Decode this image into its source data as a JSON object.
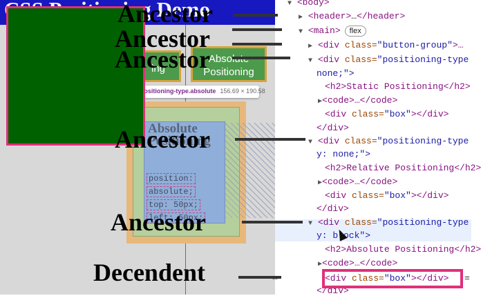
{
  "page": {
    "header_title": "CSS Positioning Demo",
    "button_static_label": "ing",
    "button_absolute_line1": "Absolute",
    "button_absolute_line2": "Positioning",
    "tooltip_name": "div.positioning-type.absolute",
    "tooltip_size": "156.69 × 190.58",
    "inner_title_line1": "Absolute",
    "inner_title_line2": "Positioning",
    "code_lines": [
      "position:",
      "absolute;",
      "top: 50px;",
      "left: 50px;"
    ]
  },
  "annotations": {
    "labels": [
      "Ancestor",
      "Ancestor",
      "Ancestor",
      "Ancestor",
      "Ancestor",
      "Decendent"
    ]
  },
  "dom_tree": {
    "body": "<body>",
    "header_open": "<header>",
    "header_ellipsis": "…",
    "header_close": "</header>",
    "main": "<main>",
    "main_badge": "flex",
    "bg_tag": "<div",
    "bg_attr": " class=",
    "bg_val": "\"button-group\"",
    "bg_rest": ">…",
    "div_open": "<div",
    "class_attr": " class=",
    "pos_val": "\"positioning-type",
    "style_none": "none;\">",
    "style_y_none": "y: none;\">",
    "style_y_block": "y: block\">",
    "h2_static": "<h2>Static Positioning</h2>",
    "h2_relative": "<h2>Relative Positioning</h2>",
    "h2_absolute": "<h2>Absolute Positioning</h2>",
    "code_collapsed": "<code>…</code>",
    "box_open": "<div",
    "box_attr": " class=",
    "box_val": "\"box\"",
    "box_rest": "></div>",
    "div_close": "</div>",
    "ellipsis_marker": "…",
    "equals_marker": "="
  },
  "colors": {
    "header": "#1818c0",
    "highlight": "#e0307a",
    "green_box": "#006100",
    "tag": "#881280",
    "attr": "#994500",
    "value": "#1a1aa6"
  }
}
